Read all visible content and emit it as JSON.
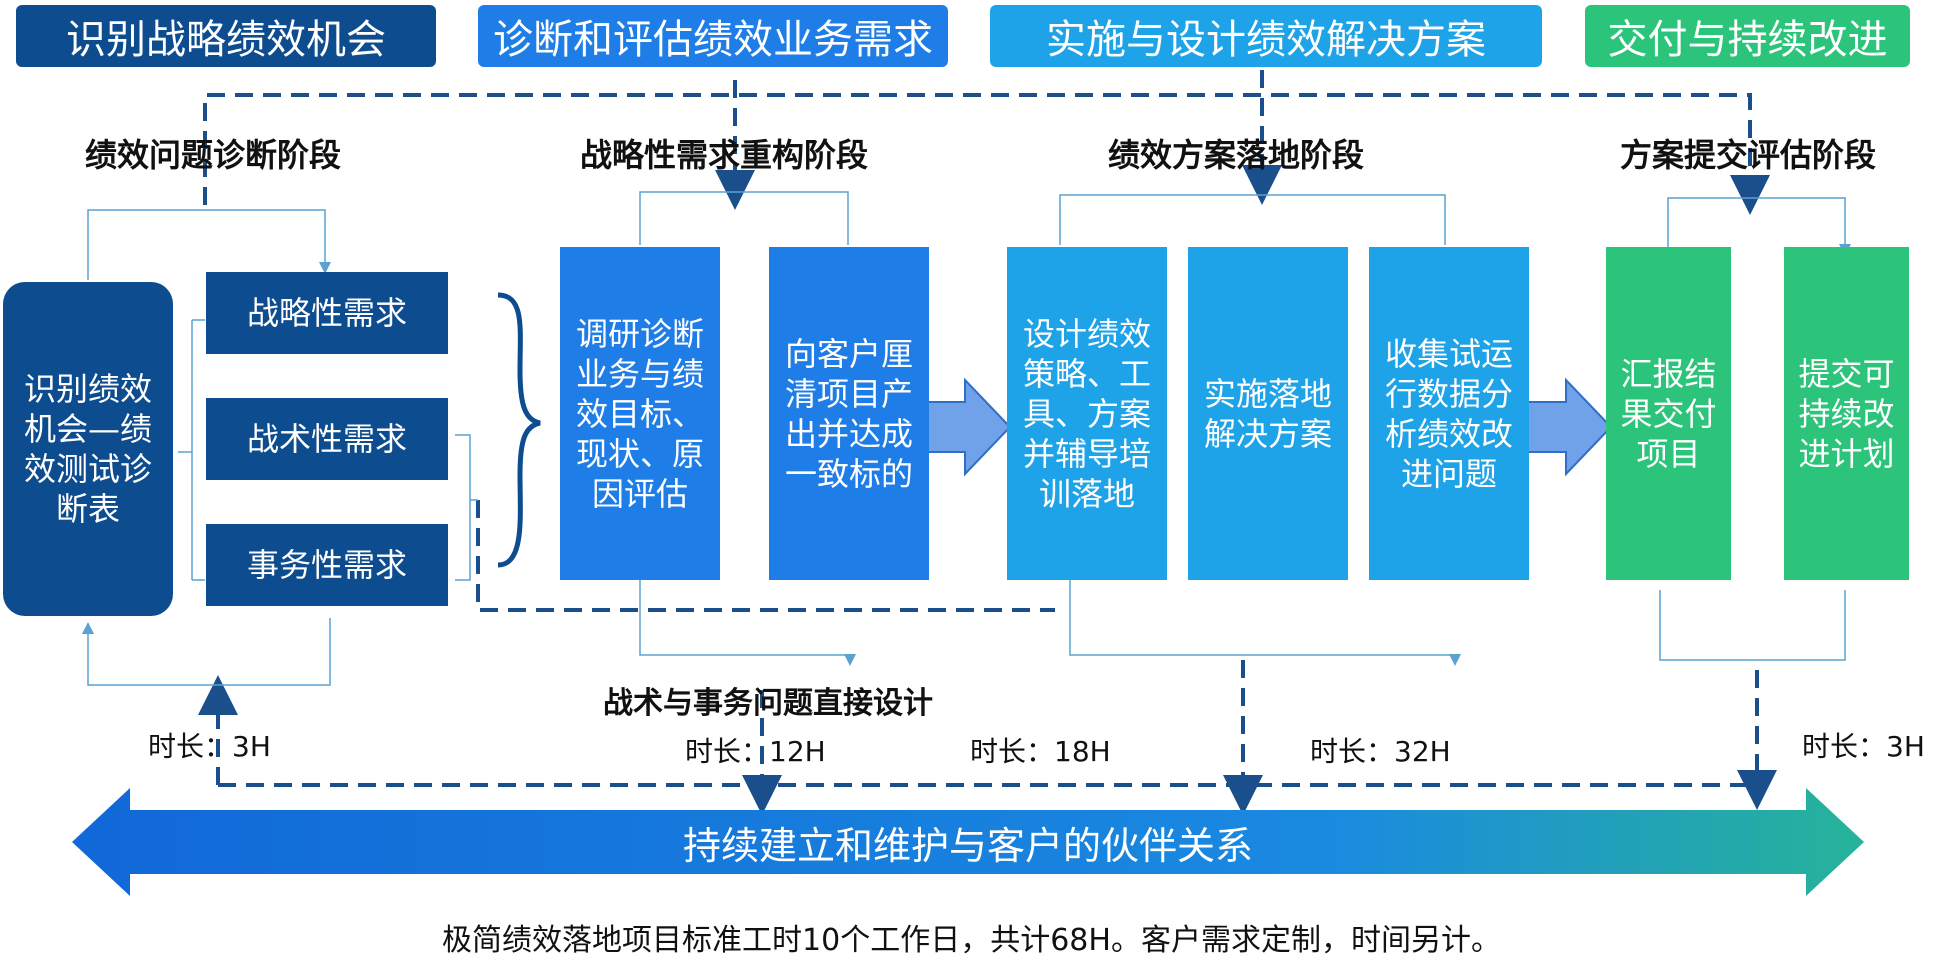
{
  "headers": [
    {
      "label": "识别战略绩效机会",
      "color": "#0d4c8f"
    },
    {
      "label": "诊断和评估绩效业务需求",
      "color": "#1e7de6"
    },
    {
      "label": "实施与设计绩效解决方案",
      "color": "#1fa3e8"
    },
    {
      "label": "交付与持续改进",
      "color": "#2cc47a"
    }
  ],
  "stages": [
    "绩效问题诊断阶段",
    "战略性需求重构阶段",
    "绩效方案落地阶段",
    "方案提交评估阶段"
  ],
  "phase1": {
    "main": "识别绩效\n机会—绩\n效测试诊\n断表",
    "needs": [
      "战略性需求",
      "战术性需求",
      "事务性需求"
    ]
  },
  "phase2": [
    "调研诊断\n业务与绩\n效目标、\n现状、原\n因评估",
    "向客户厘\n清项目产\n出并达成\n一致标的"
  ],
  "phase3": [
    "设计绩效\n策略、工\n具、方案\n并辅导培\n训落地",
    "实施落地\n解决方案",
    "收集试运\n行数据分\n析绩效改\n进问题"
  ],
  "phase4": [
    "汇报结\n果交付\n项目",
    "提交可\n持续改\n进计划"
  ],
  "tactical_label": "战术与事务问题直接设计",
  "durations": [
    "时长：3H",
    "时长：12H",
    "时长：18H",
    "时长：32H",
    "时长：3H"
  ],
  "banner": "持续建立和维护与客户的伙伴关系",
  "footer": "极简绩效落地项目标准工时10个工作日，共计68H。客户需求定制，时间另计。",
  "colors": {
    "dark_blue": "#0d4c8f",
    "blue": "#1e7de6",
    "sky": "#1fa3e8",
    "green": "#2cc47a",
    "dash": "#1b4f8c",
    "thin": "#5aa2cf"
  }
}
